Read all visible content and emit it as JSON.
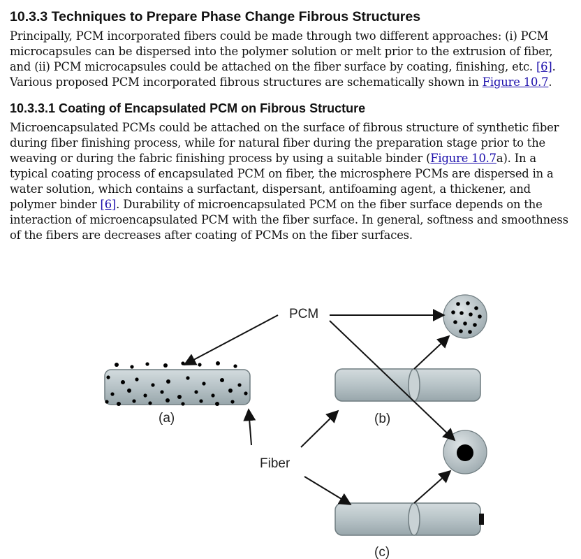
{
  "section": {
    "heading": "10.3.3 Techniques to Prepare Phase Change Fibrous Structures",
    "para1": {
      "text_a": "Principally, PCM incorporated fibers could be made through two different approaches: (i) PCM microcapsules can be dispersed into the polymer solution or melt prior to the extrusion of fiber, and (ii) PCM microcapsules could be attached on the fiber surface by coating, finishing, etc. ",
      "ref": "[6]",
      "text_b": ". Various proposed PCM incorporated fibrous structures are schematically shown in ",
      "figure_link": "Figure 10.7",
      "text_c": "."
    }
  },
  "subsection": {
    "heading": "10.3.3.1 Coating of Encapsulated PCM on Fibrous Structure",
    "para2": {
      "text_a": "Microencapsulated PCMs could be attached on the surface of fibrous structure of synthetic fiber during fiber finishing process, while for natural fiber during the preparation stage prior to the weaving or during the fabric finishing process by using a suitable binder (",
      "figure_link": "Figure 10.7",
      "text_b": "a). In a typical coating process of encapsulated PCM on fiber, the microsphere PCMs are dispersed in a water solution, which contains a surfactant, dispersant, antifoaming agent, a thickener, and polymer binder ",
      "ref": "[6]",
      "text_c": ". Durability of microencapsulated PCM on the fiber surface depends on the interaction of microencapsulated PCM with the fiber surface. In general, softness and smoothness of the fibers are decreases after coating of PCMs on the fiber surfaces."
    }
  },
  "figure": {
    "label_pcm": "PCM",
    "label_fiber": "Fiber",
    "label_a": "(a)",
    "label_b": "(b)",
    "label_c": "(c)",
    "colors": {
      "fiber_fill": "#b8c4c8",
      "fiber_stroke": "#6f7c80",
      "dot": "#000000",
      "arrow": "#111111"
    }
  }
}
